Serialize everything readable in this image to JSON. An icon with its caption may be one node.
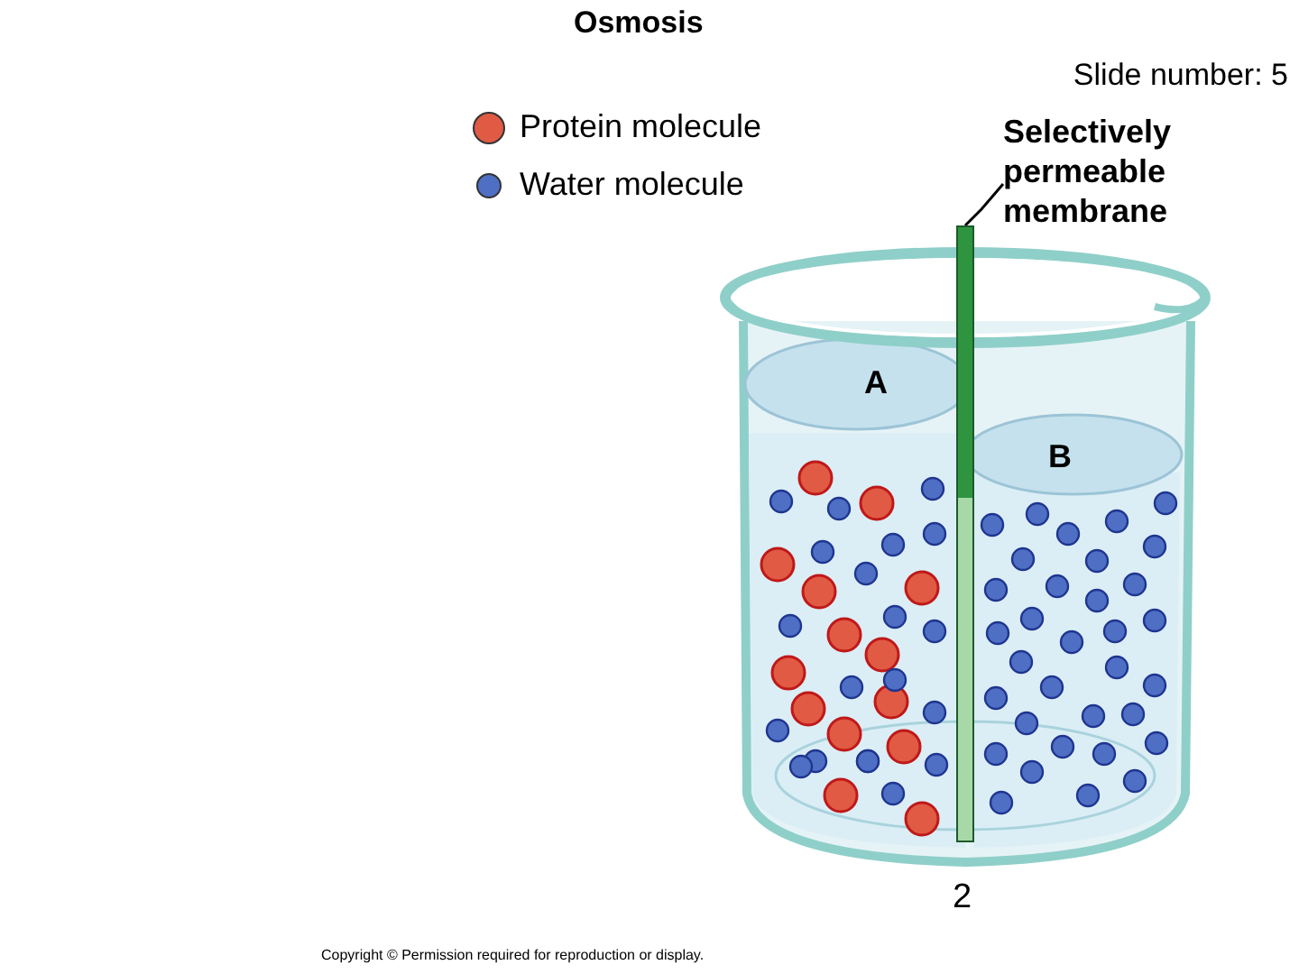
{
  "diagram": {
    "title": "Osmosis",
    "nodes": [
      {
        "text": [
          "Selectively permeable membrane"
        ]
      },
      {
        "text": [],
        "shape": "bar"
      }
    ],
    "edges": [
      {
        "from": 0,
        "to": 1,
        "arrow": "none"
      }
    ],
    "labels": [
      "Slide number: 5",
      "A",
      "B",
      "2",
      "Copyright © Permission required for reproduction or display."
    ],
    "legend": [
      {
        "text": "Protein molecule",
        "color": "#e05a44"
      },
      {
        "text": "Water molecule",
        "color": "#4e6fc4"
      }
    ]
  }
}
